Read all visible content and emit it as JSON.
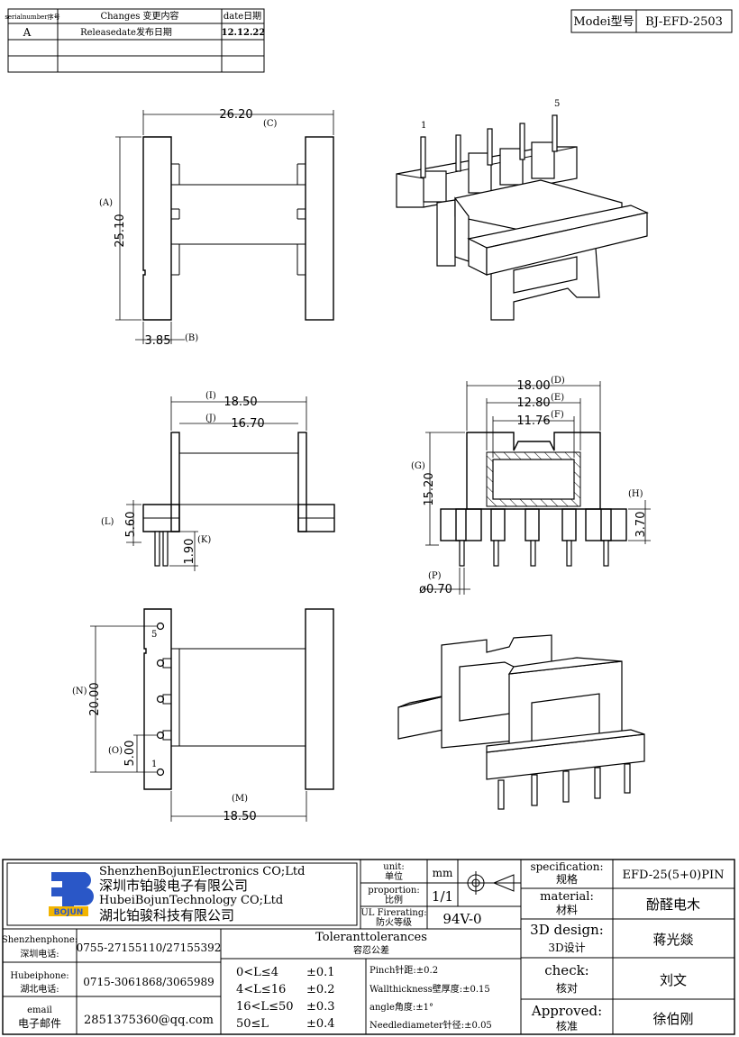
{
  "revision_table": {
    "headers": [
      "serialnumber序号",
      "Changes 变更内容",
      "date日期"
    ],
    "rows": [
      [
        "A",
        "Releasedate发布日期",
        "12.12.22"
      ],
      [
        "",
        "",
        ""
      ],
      [
        "",
        "",
        ""
      ]
    ]
  },
  "model": {
    "label": "Modei型号",
    "value": "BJ-EFD-2503"
  },
  "dims": {
    "C": "26.20",
    "C_tag": "(C)",
    "A": "25.10",
    "A_tag": "(A)",
    "B": "3.85",
    "B_tag": "(B)",
    "I": "18.50",
    "I_tag": "(I)",
    "J": "16.70",
    "J_tag": "(J)",
    "L": "5.60",
    "L_tag": "(L)",
    "K": "1.90",
    "K_tag": "(K)",
    "D": "18.00",
    "D_tag": "(D)",
    "E": "12.80",
    "E_tag": "(E)",
    "F": "11.76",
    "F_tag": "(F)",
    "G": "15.20",
    "G_tag": "(G)",
    "H": "3.70",
    "H_tag": "(H)",
    "P": "ø0.70",
    "P_tag": "(P)",
    "N": "20.00",
    "N_tag": "(N)",
    "O": "5.00",
    "O_tag": "(O)",
    "M": "18.50",
    "M_tag": "(M)"
  },
  "pins": {
    "first": "1",
    "last": "5"
  },
  "company": {
    "logo_text": "BOJUN",
    "name_en_1": "ShenzhenBojunElectronics CO;Ltd",
    "name_cn_1": "深圳市铂骏电子有限公司",
    "name_en_2": "HubeiBojunTechnology CO;Ltd",
    "name_cn_2": "湖北铂骏科技有限公司"
  },
  "unit": {
    "label_en": "unit:",
    "label_cn": "单位",
    "value": "mm"
  },
  "proportion": {
    "label_en": "proportion:",
    "label_cn": "比例",
    "value": "1/1"
  },
  "ul": {
    "label_en": "UL Firerating:",
    "label_cn": "防火等级",
    "value": "94V-0"
  },
  "specification": {
    "label_en": "specification:",
    "label_cn": "规格",
    "value": "EFD-25(5+0)PIN"
  },
  "material": {
    "label_en": "material:",
    "label_cn": "材料",
    "value": "酚醛电木"
  },
  "design": {
    "label_en": "3D design:",
    "label_cn": "3D设计",
    "value": "蒋光燚"
  },
  "check": {
    "label_en": "check:",
    "label_cn": "核对",
    "value": "刘文"
  },
  "approved": {
    "label_en": "Approved:",
    "label_cn": "核准",
    "value": "徐伯刚"
  },
  "contacts": [
    {
      "label_en": "Shenzhenphone:",
      "label_cn": "深圳电话:",
      "value": "0755-27155110/27155392"
    },
    {
      "label_en": "Hubeiphone:",
      "label_cn": "湖北电话:",
      "value": "0715-3061868/3065989"
    },
    {
      "label_en": "email",
      "label_cn": "电子邮件",
      "value": "2851375360@qq.com"
    }
  ],
  "tolerances": {
    "title_en": "Toleranttolerances",
    "title_cn": "容忍公差",
    "ranges": [
      {
        "range": "0<L≤4",
        "tol": "±0.1"
      },
      {
        "range": "4<L≤16",
        "tol": "±0.2"
      },
      {
        "range": "16<L≤50",
        "tol": "±0.3"
      },
      {
        "range": "50≤L",
        "tol": "±0.4"
      }
    ],
    "notes": [
      "Pinch针距:±0.2",
      "Wallthickness壁厚度:±0.15",
      "angle角度:±1°",
      "Needlediameter针径:±0.05"
    ]
  }
}
